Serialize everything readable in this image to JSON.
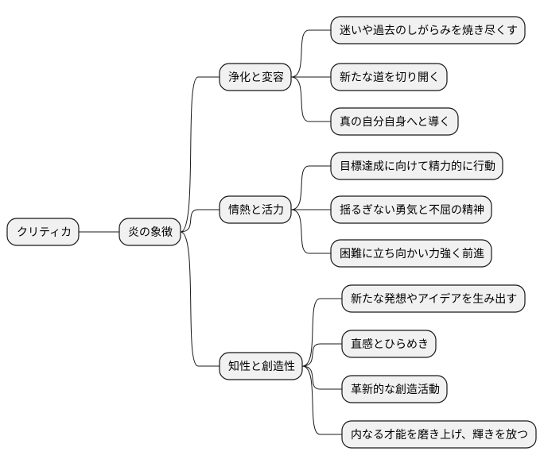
{
  "mindmap": {
    "root": {
      "label": "クリティカ"
    },
    "center": {
      "label": "炎の象徴"
    },
    "branches": [
      {
        "label": "浄化と変容",
        "children": [
          "迷いや過去のしがらみを焼き尽くす",
          "新たな道を切り開く",
          "真の自分自身へと導く"
        ]
      },
      {
        "label": "情熱と活力",
        "children": [
          "目標達成に向けて精力的に行動",
          "揺るぎない勇気と不屈の精神",
          "困難に立ち向かい力強く前進"
        ]
      },
      {
        "label": "知性と創造性",
        "children": [
          "新たな発想やアイデアを生み出す",
          "直感とひらめき",
          "革新的な創造活動",
          "内なる才能を磨き上げ、輝きを放つ"
        ]
      }
    ]
  }
}
